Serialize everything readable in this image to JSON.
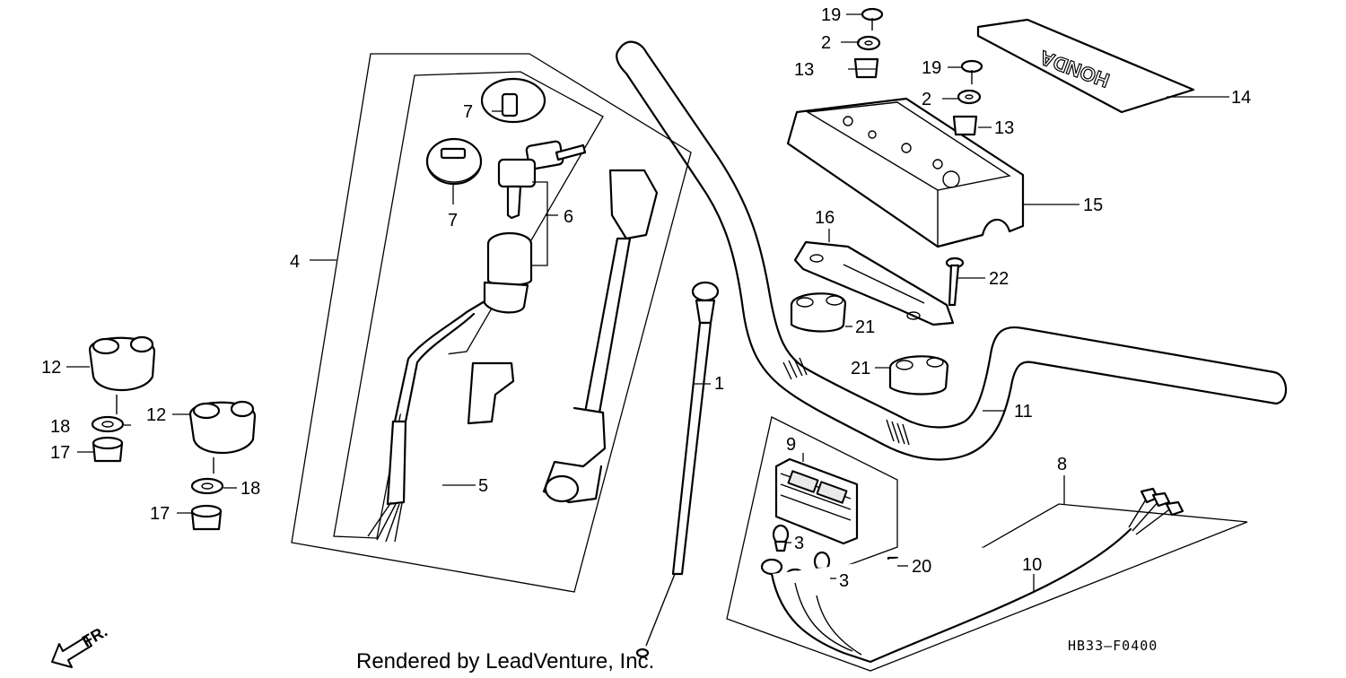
{
  "diagram": {
    "callouts": [
      {
        "id": "c1",
        "text": "1"
      },
      {
        "id": "c2a",
        "text": "2"
      },
      {
        "id": "c2b",
        "text": "2"
      },
      {
        "id": "c3a",
        "text": "3"
      },
      {
        "id": "c3b",
        "text": "3"
      },
      {
        "id": "c4",
        "text": "4"
      },
      {
        "id": "c5",
        "text": "5"
      },
      {
        "id": "c6",
        "text": "6"
      },
      {
        "id": "c7a",
        "text": "7"
      },
      {
        "id": "c7b",
        "text": "7"
      },
      {
        "id": "c8",
        "text": "8"
      },
      {
        "id": "c9",
        "text": "9"
      },
      {
        "id": "c10",
        "text": "10"
      },
      {
        "id": "c11",
        "text": "11"
      },
      {
        "id": "c12a",
        "text": "12"
      },
      {
        "id": "c12b",
        "text": "12"
      },
      {
        "id": "c13a",
        "text": "13"
      },
      {
        "id": "c13b",
        "text": "13"
      },
      {
        "id": "c14",
        "text": "14"
      },
      {
        "id": "c15",
        "text": "15"
      },
      {
        "id": "c16",
        "text": "16"
      },
      {
        "id": "c17a",
        "text": "17"
      },
      {
        "id": "c17b",
        "text": "17"
      },
      {
        "id": "c18a",
        "text": "18"
      },
      {
        "id": "c18b",
        "text": "18"
      },
      {
        "id": "c19a",
        "text": "19"
      },
      {
        "id": "c19b",
        "text": "19"
      },
      {
        "id": "c20",
        "text": "20"
      },
      {
        "id": "c21a",
        "text": "21"
      },
      {
        "id": "c21b",
        "text": "21"
      },
      {
        "id": "c22",
        "text": "22"
      }
    ],
    "cover_logo": "HONDA",
    "direction_label": "FR.",
    "diagram_code": "HB33—F0400",
    "footer": "Rendered by LeadVenture, Inc."
  }
}
